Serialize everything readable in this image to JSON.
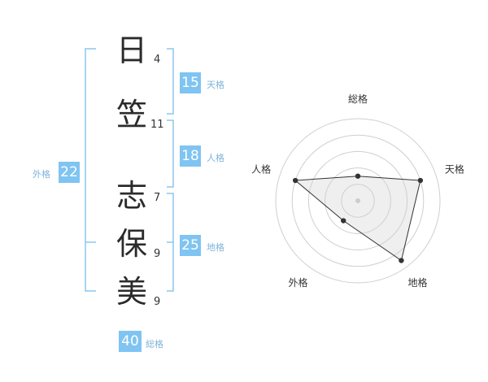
{
  "name": {
    "chars": [
      {
        "char": "日",
        "strokes": "4"
      },
      {
        "char": "笠",
        "strokes": "11"
      },
      {
        "char": "志",
        "strokes": "7"
      },
      {
        "char": "保",
        "strokes": "9"
      },
      {
        "char": "美",
        "strokes": "9"
      }
    ]
  },
  "kaku": {
    "tenkaku": {
      "value": "15",
      "label": "天格"
    },
    "jinkaku": {
      "value": "18",
      "label": "人格"
    },
    "chikaku": {
      "value": "25",
      "label": "地格"
    },
    "gaikaku": {
      "value": "22",
      "label": "外格"
    },
    "soukaku": {
      "value": "40",
      "label": "総格"
    }
  },
  "colors": {
    "accent": "#7fc4f2",
    "bracket": "#8cc7ee",
    "label": "#7fb3d9"
  },
  "chart_data": {
    "type": "radar",
    "axes": [
      "総格",
      "天格",
      "地格",
      "外格",
      "人格"
    ],
    "levels": 5,
    "values": [
      1.5,
      4,
      4.5,
      1.5,
      4
    ],
    "max": 5
  }
}
